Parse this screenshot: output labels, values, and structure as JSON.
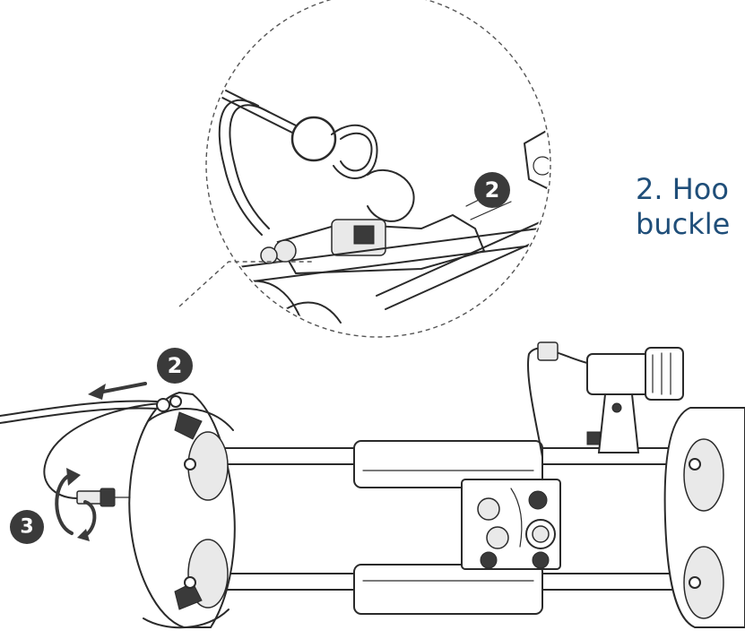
{
  "callout": {
    "line1": "2. Hoo",
    "line2": "buckle"
  },
  "steps": {
    "zoom_step": "2",
    "pull_step": "2",
    "rotate_step": "3"
  },
  "colors": {
    "callout_text": "#1f4e79",
    "badge": "#3a3a3a",
    "line": "#2a2a2a"
  },
  "icons": {
    "pull_arrow": "arrow-left-icon",
    "rotate_arrow": "rotate-icon"
  }
}
